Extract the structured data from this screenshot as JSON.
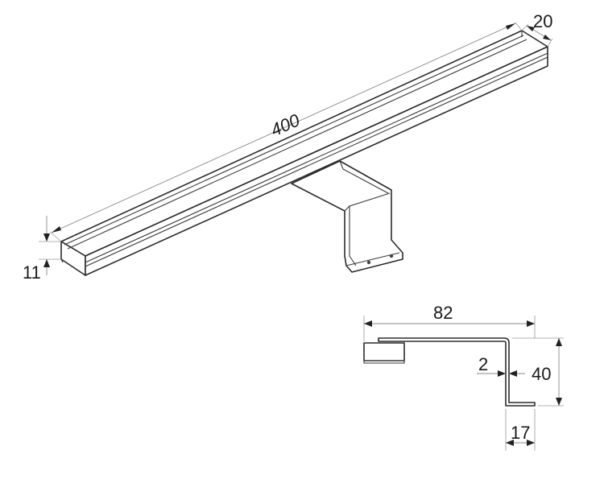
{
  "dimensions": {
    "length": "400",
    "depth": "20",
    "height": "11",
    "arm_reach": "82",
    "arm_height": "40",
    "thickness": "2",
    "base_width": "17"
  }
}
